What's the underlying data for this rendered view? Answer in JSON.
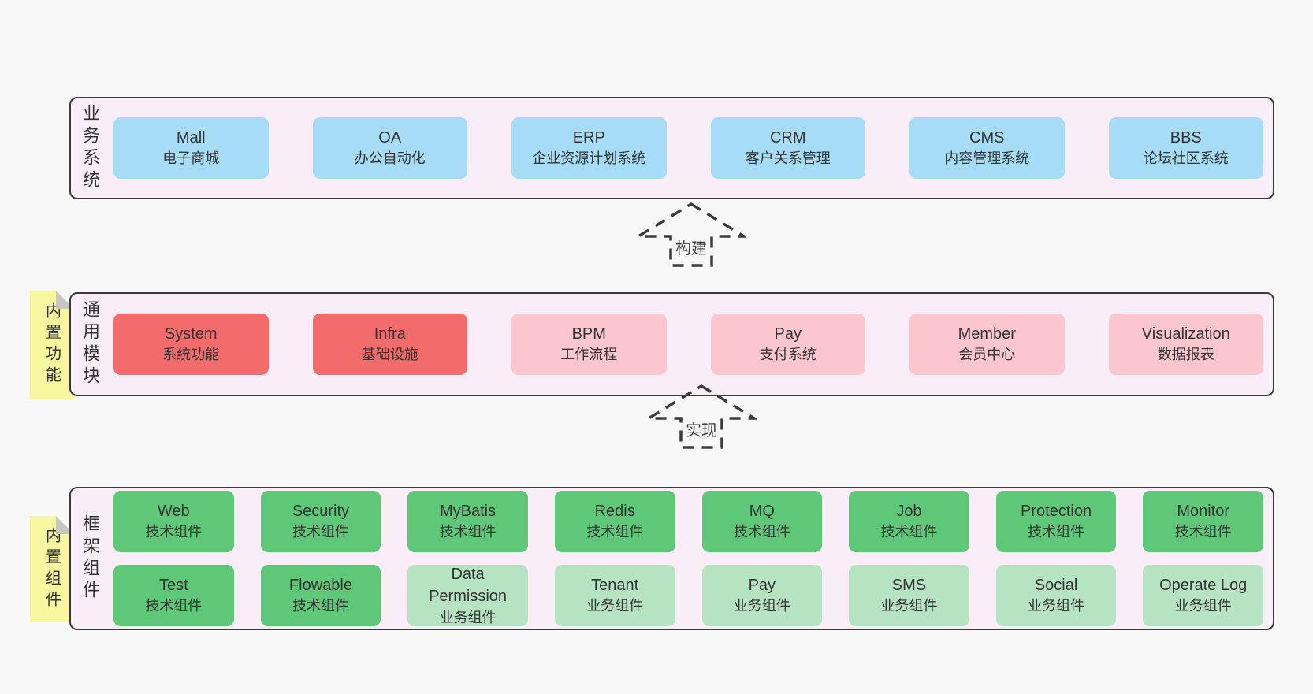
{
  "page": {
    "background": "#f8f8f8"
  },
  "colors": {
    "band_background": "#f9edf8",
    "band_border": "#3a3a3a",
    "blue_box": "#a6dcf5",
    "red_box": "#f26c6c",
    "pink_box": "#fcc6cf",
    "green_box": "#5fc878",
    "light_green_box": "#b6e3c1",
    "sticky_yellow": "#f7f7a0",
    "sticky_fold_gray": "#c7c7c7",
    "text": "#333333"
  },
  "arrows": {
    "build": {
      "label": "构建"
    },
    "implement": {
      "label": "实现"
    }
  },
  "bands": {
    "business": {
      "label": "业务系统",
      "items": [
        {
          "name": "Mall",
          "subtitle": "电子商城"
        },
        {
          "name": "OA",
          "subtitle": "办公自动化"
        },
        {
          "name": "ERP",
          "subtitle": "企业资源计划系统"
        },
        {
          "name": "CRM",
          "subtitle": "客户关系管理"
        },
        {
          "name": "CMS",
          "subtitle": "内容管理系统"
        },
        {
          "name": "BBS",
          "subtitle": "论坛社区系统"
        }
      ]
    },
    "modules": {
      "label": "通用模块",
      "sticky": "内置功能",
      "items": [
        {
          "name": "System",
          "subtitle": "系统功能"
        },
        {
          "name": "Infra",
          "subtitle": "基础设施"
        },
        {
          "name": "BPM",
          "subtitle": "工作流程"
        },
        {
          "name": "Pay",
          "subtitle": "支付系统"
        },
        {
          "name": "Member",
          "subtitle": "会员中心"
        },
        {
          "name": "Visualization",
          "subtitle": "数据报表"
        }
      ]
    },
    "components": {
      "label": "框架组件",
      "sticky": "内置组件",
      "row1": [
        {
          "name": "Web",
          "subtitle": "技术组件"
        },
        {
          "name": "Security",
          "subtitle": "技术组件"
        },
        {
          "name": "MyBatis",
          "subtitle": "技术组件"
        },
        {
          "name": "Redis",
          "subtitle": "技术组件"
        },
        {
          "name": "MQ",
          "subtitle": "技术组件"
        },
        {
          "name": "Job",
          "subtitle": "技术组件"
        },
        {
          "name": "Protection",
          "subtitle": "技术组件"
        },
        {
          "name": "Monitor",
          "subtitle": "技术组件"
        }
      ],
      "row2": [
        {
          "name": "Test",
          "subtitle": "技术组件"
        },
        {
          "name": "Flowable",
          "subtitle": "技术组件"
        },
        {
          "name": "Data Permission",
          "subtitle": "业务组件"
        },
        {
          "name": "Tenant",
          "subtitle": "业务组件"
        },
        {
          "name": "Pay",
          "subtitle": "业务组件"
        },
        {
          "name": "SMS",
          "subtitle": "业务组件"
        },
        {
          "name": "Social",
          "subtitle": "业务组件"
        },
        {
          "name": "Operate Log",
          "subtitle": "业务组件"
        }
      ]
    }
  }
}
